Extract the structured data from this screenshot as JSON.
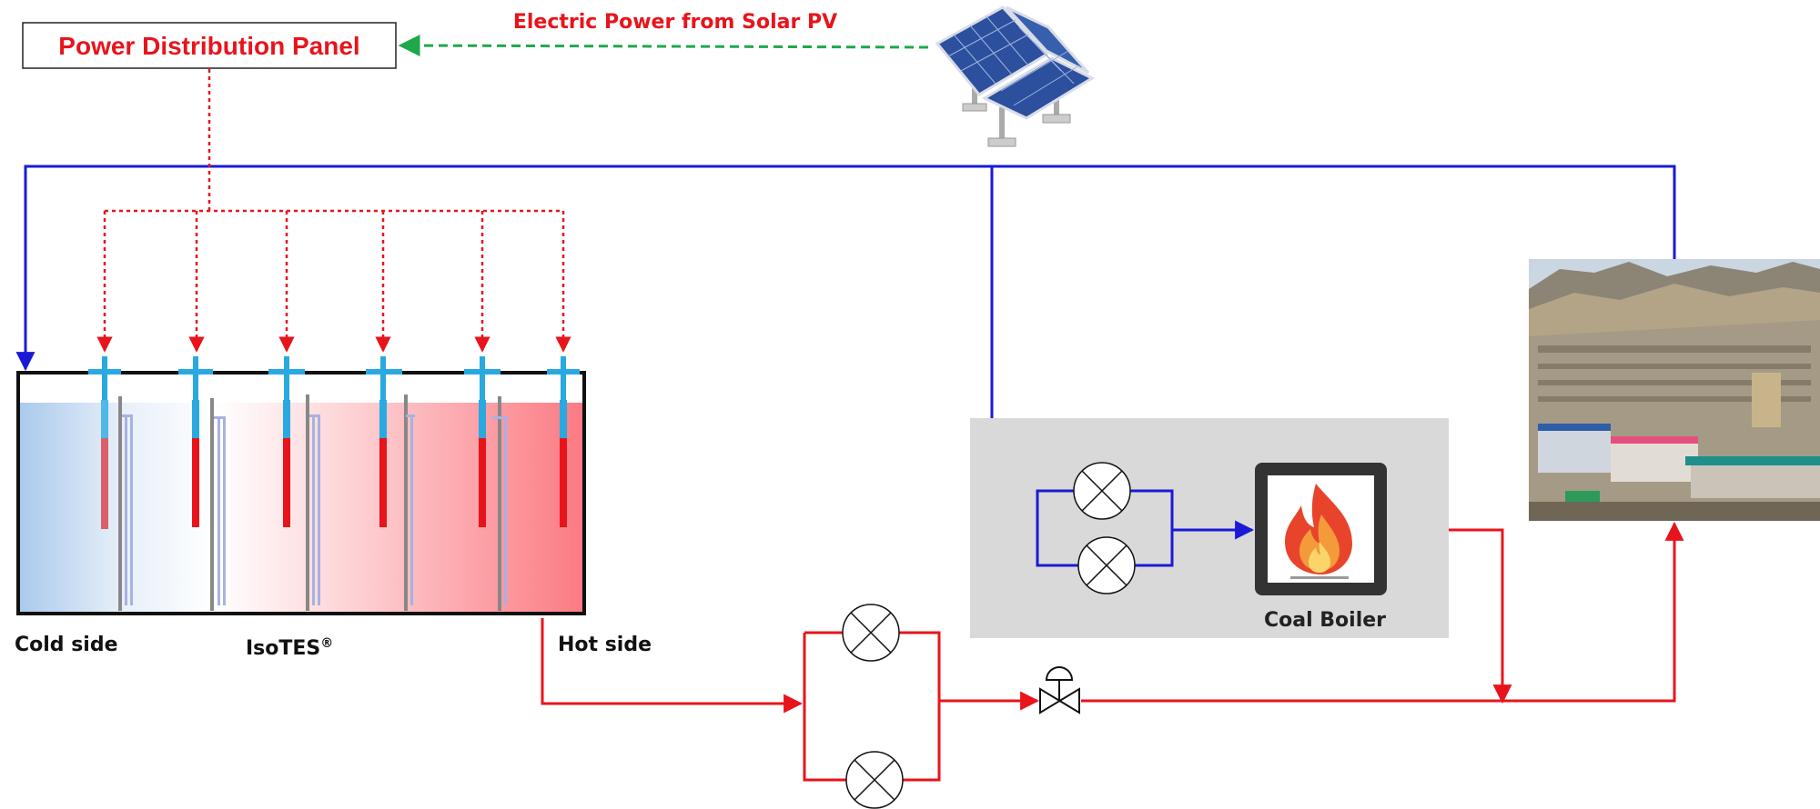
{
  "panel": {
    "title": "Power Distribution Panel"
  },
  "solar": {
    "label": "Electric Power from Solar PV"
  },
  "tank": {
    "cold_label": "Cold side",
    "name_label": "IsoTES",
    "name_mark": "®",
    "hot_label": "Hot side"
  },
  "boiler": {
    "label": "Coal Boiler"
  },
  "colors": {
    "cold_pipe": "#1a1ad6",
    "hot_pipe": "#e8141c",
    "solar_link": "#1fa84a",
    "heater_head": "#29a9e0",
    "boiler_bg": "#d9d9d9",
    "flame": "#e8442c"
  },
  "icons": {
    "solar": "solar-panel-icon",
    "pump": "pump-icon",
    "valve": "valve-icon",
    "flame": "flame-icon",
    "city": "city-photo"
  },
  "heaters": {
    "count": 6
  }
}
